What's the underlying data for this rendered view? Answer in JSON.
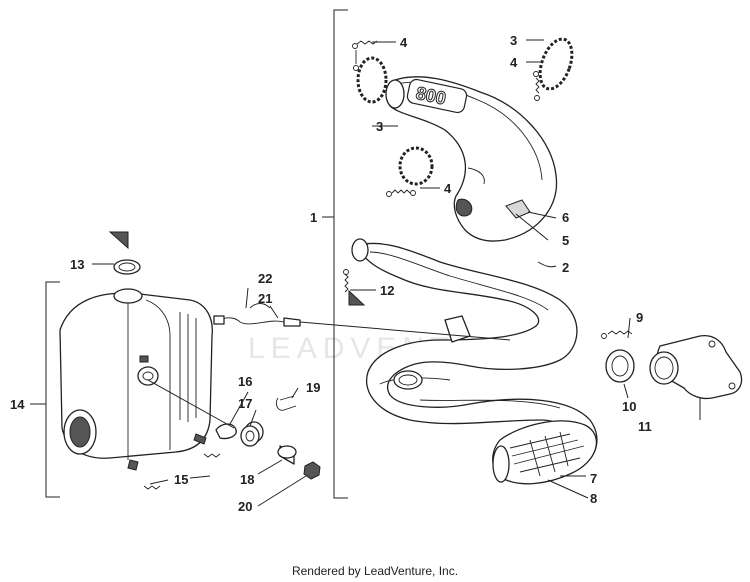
{
  "watermark": "LEADVENTURE",
  "emblem_text": "800",
  "footer": "Rendered by LeadVenture, Inc.",
  "callouts": {
    "c1": "1",
    "c2": "2",
    "c3a": "3",
    "c3b": "3",
    "c4a": "4",
    "c4b": "4",
    "c4c": "4",
    "c5": "5",
    "c6": "6",
    "c7": "7",
    "c8": "8",
    "c9": "9",
    "c10": "10",
    "c11": "11",
    "c12": "12",
    "c13": "13",
    "c14": "14",
    "c15": "15",
    "c16": "16",
    "c17": "17",
    "c18": "18",
    "c19": "19",
    "c20": "20",
    "c21": "21",
    "c22": "22"
  }
}
